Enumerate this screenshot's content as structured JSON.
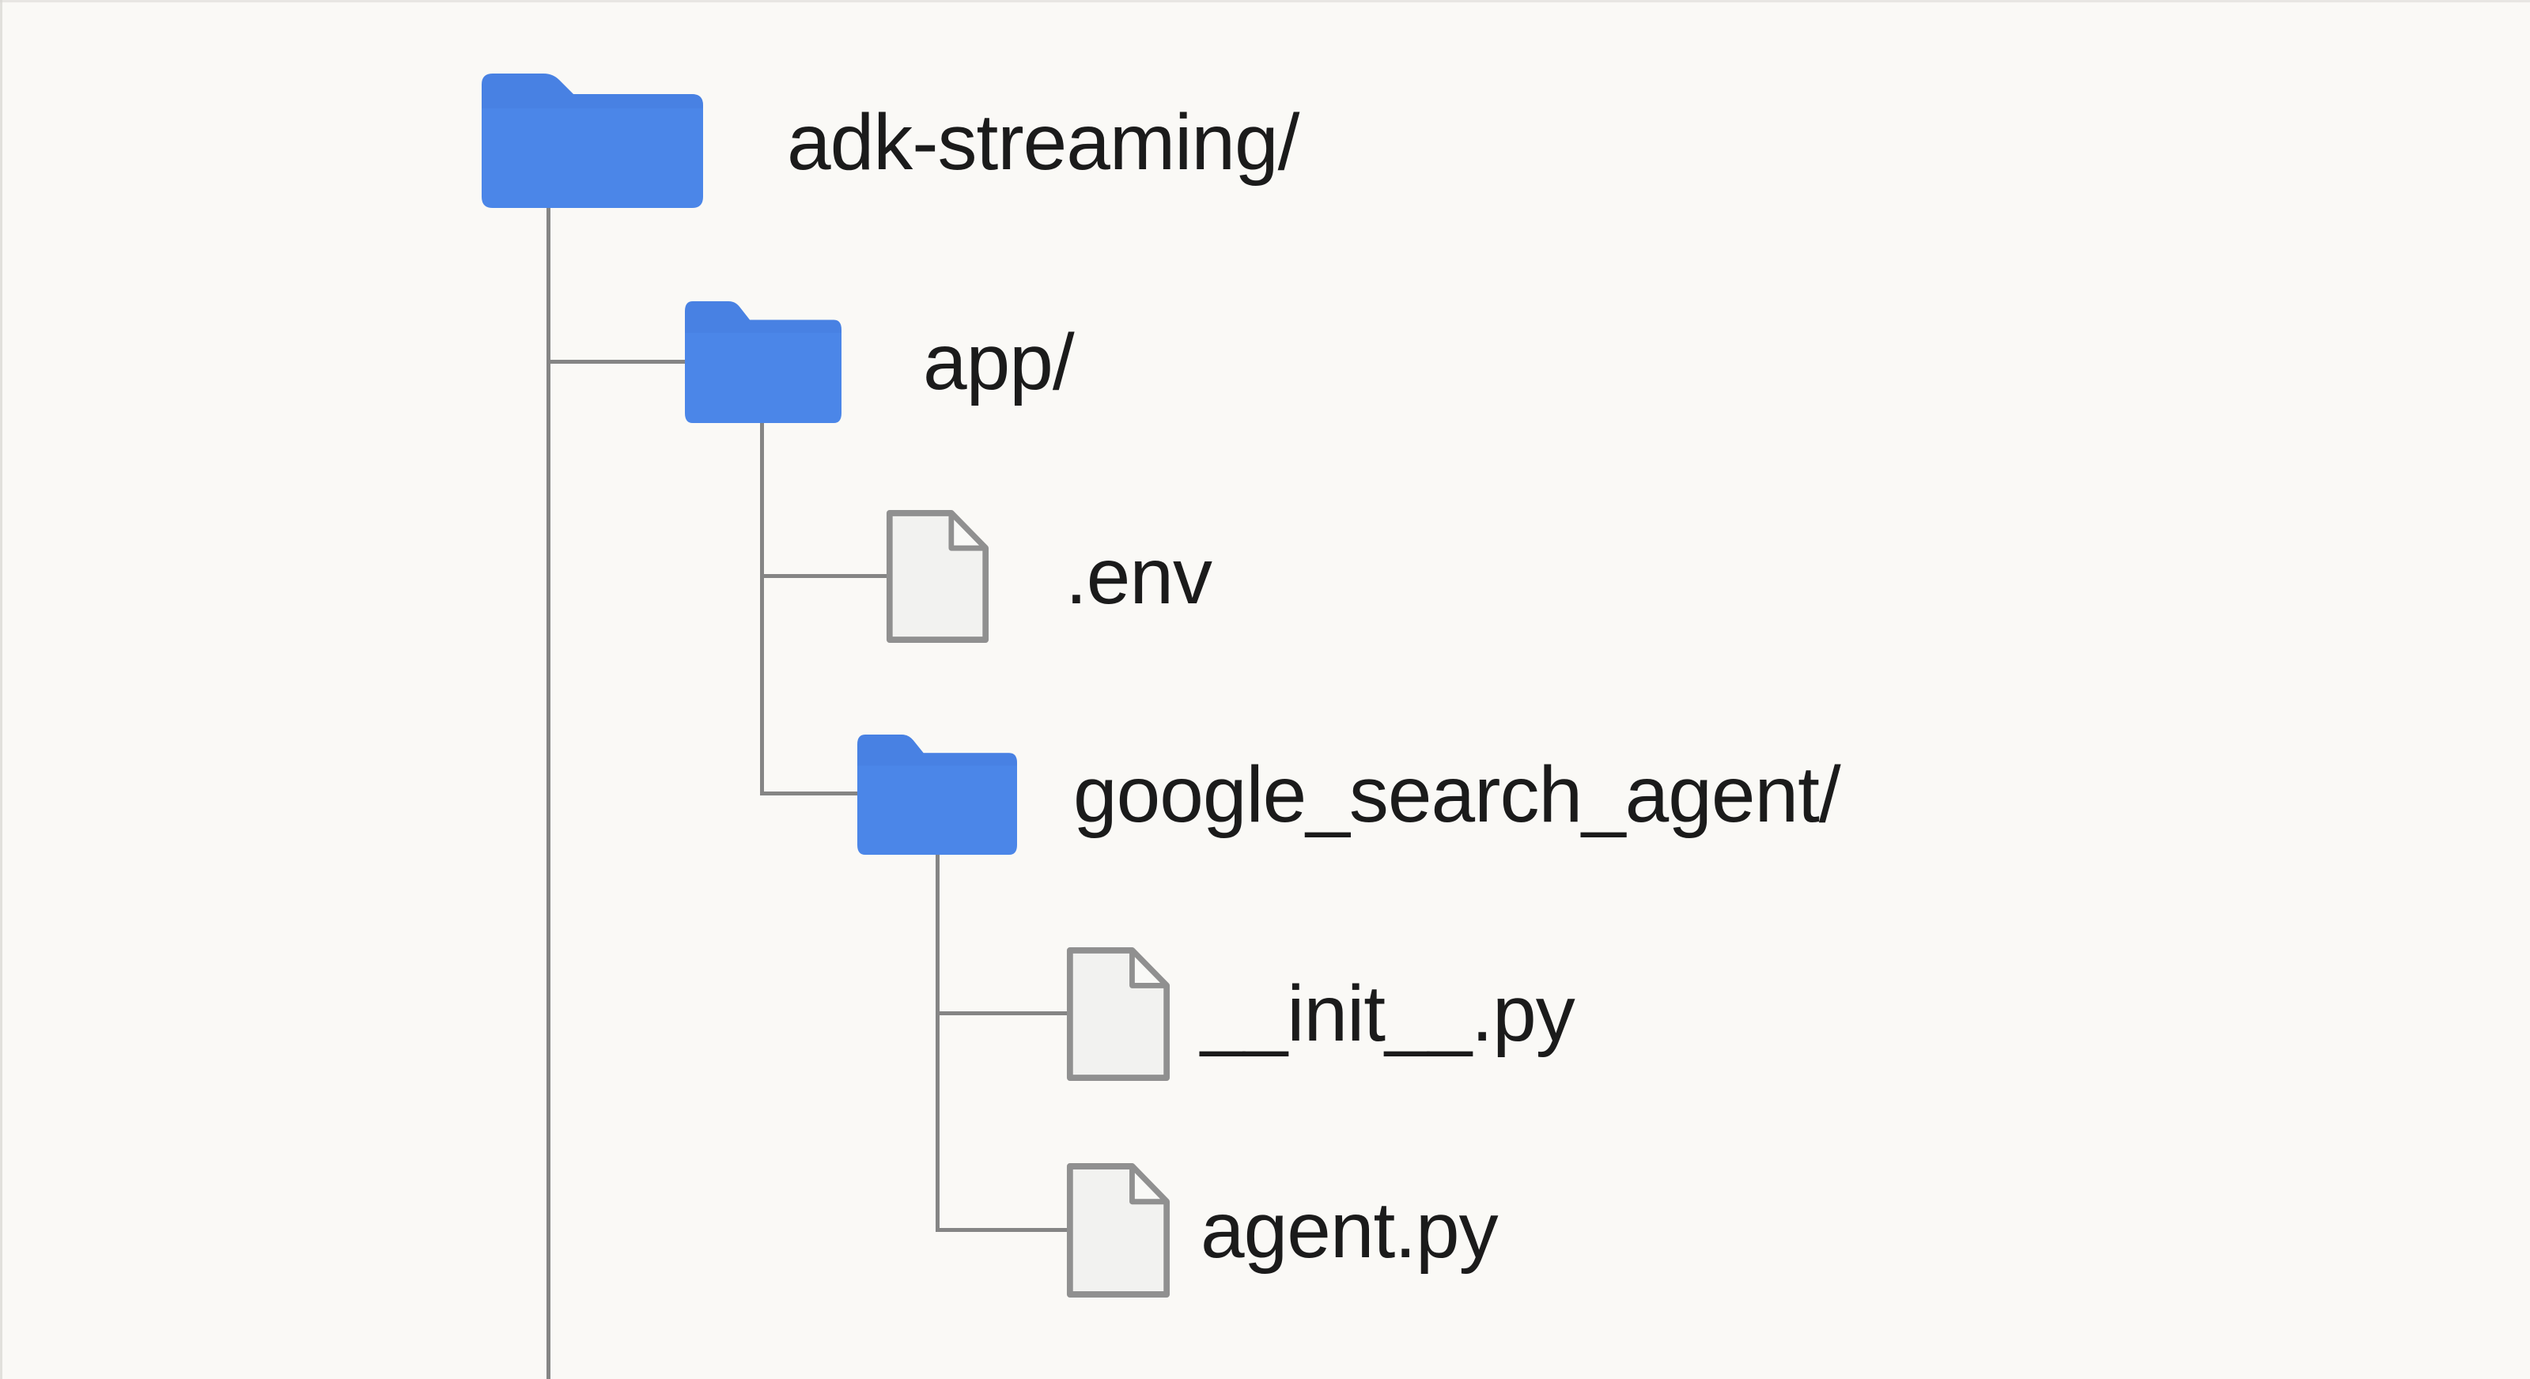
{
  "diagram_type": "file-tree",
  "colors": {
    "background": "#faf9f6",
    "folder_blue": "#4b86e8",
    "connector_gray": "#858585",
    "text": "#1b1b1b",
    "file_fill": "#f2f2f0",
    "file_fold": "#f9f9f7",
    "file_border": "#909090",
    "frame_line": "#d8d7d3"
  },
  "icons": {
    "folder": "folder-icon",
    "file": "file-icon"
  },
  "tree": {
    "root": {
      "label": "adk-streaming/",
      "kind": "folder",
      "children": [
        {
          "label": "app/",
          "kind": "folder",
          "children": [
            {
              "label": ".env",
              "kind": "file"
            },
            {
              "label": "google_search_agent/",
              "kind": "folder",
              "children": [
                {
                  "label": "__init__.py",
                  "kind": "file"
                },
                {
                  "label": "agent.py",
                  "kind": "file"
                }
              ]
            }
          ]
        }
      ]
    }
  }
}
